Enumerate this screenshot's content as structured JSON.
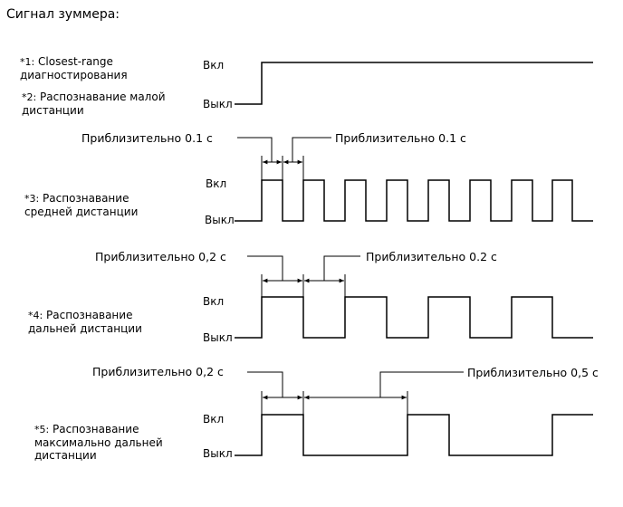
{
  "title": "Сигнал зуммера:",
  "level_labels": {
    "on": "Вкл",
    "off": "Выкл"
  },
  "panels": [
    {
      "id": "closest-range",
      "mark": "*1:",
      "line1": "Closest-range",
      "line2": "диагностирования"
    },
    {
      "id": "short-range",
      "mark": "*2:",
      "line1": "Распознавание малой",
      "line2": "дистанции"
    },
    {
      "id": "medium-range",
      "mark": "*3:",
      "line1": "Распознавание",
      "line2": "средней дистанции",
      "annotation_left": "Приблизительно 0.1 с",
      "annotation_right": "Приблизительно 0.1 с",
      "on_s": 0.1,
      "off_s": 0.1,
      "pulses": 8
    },
    {
      "id": "long-range",
      "mark": "*4:",
      "line1": "Распознавание",
      "line2": "дальней дистанции",
      "annotation_left": "Приблизительно 0,2 с",
      "annotation_right": "Приблизительно 0.2 с",
      "on_s": 0.2,
      "off_s": 0.2,
      "pulses": 4
    },
    {
      "id": "max-range",
      "mark": "*5:",
      "line1": "Распознавание",
      "line2": "максимально дальней",
      "line3": "дистанции",
      "annotation_left": "Приблизительно 0,2 с",
      "annotation_right": "Приблизительно 0,5 с",
      "on_s": 0.2,
      "off_s": 0.5,
      "pulses": 3
    }
  ]
}
